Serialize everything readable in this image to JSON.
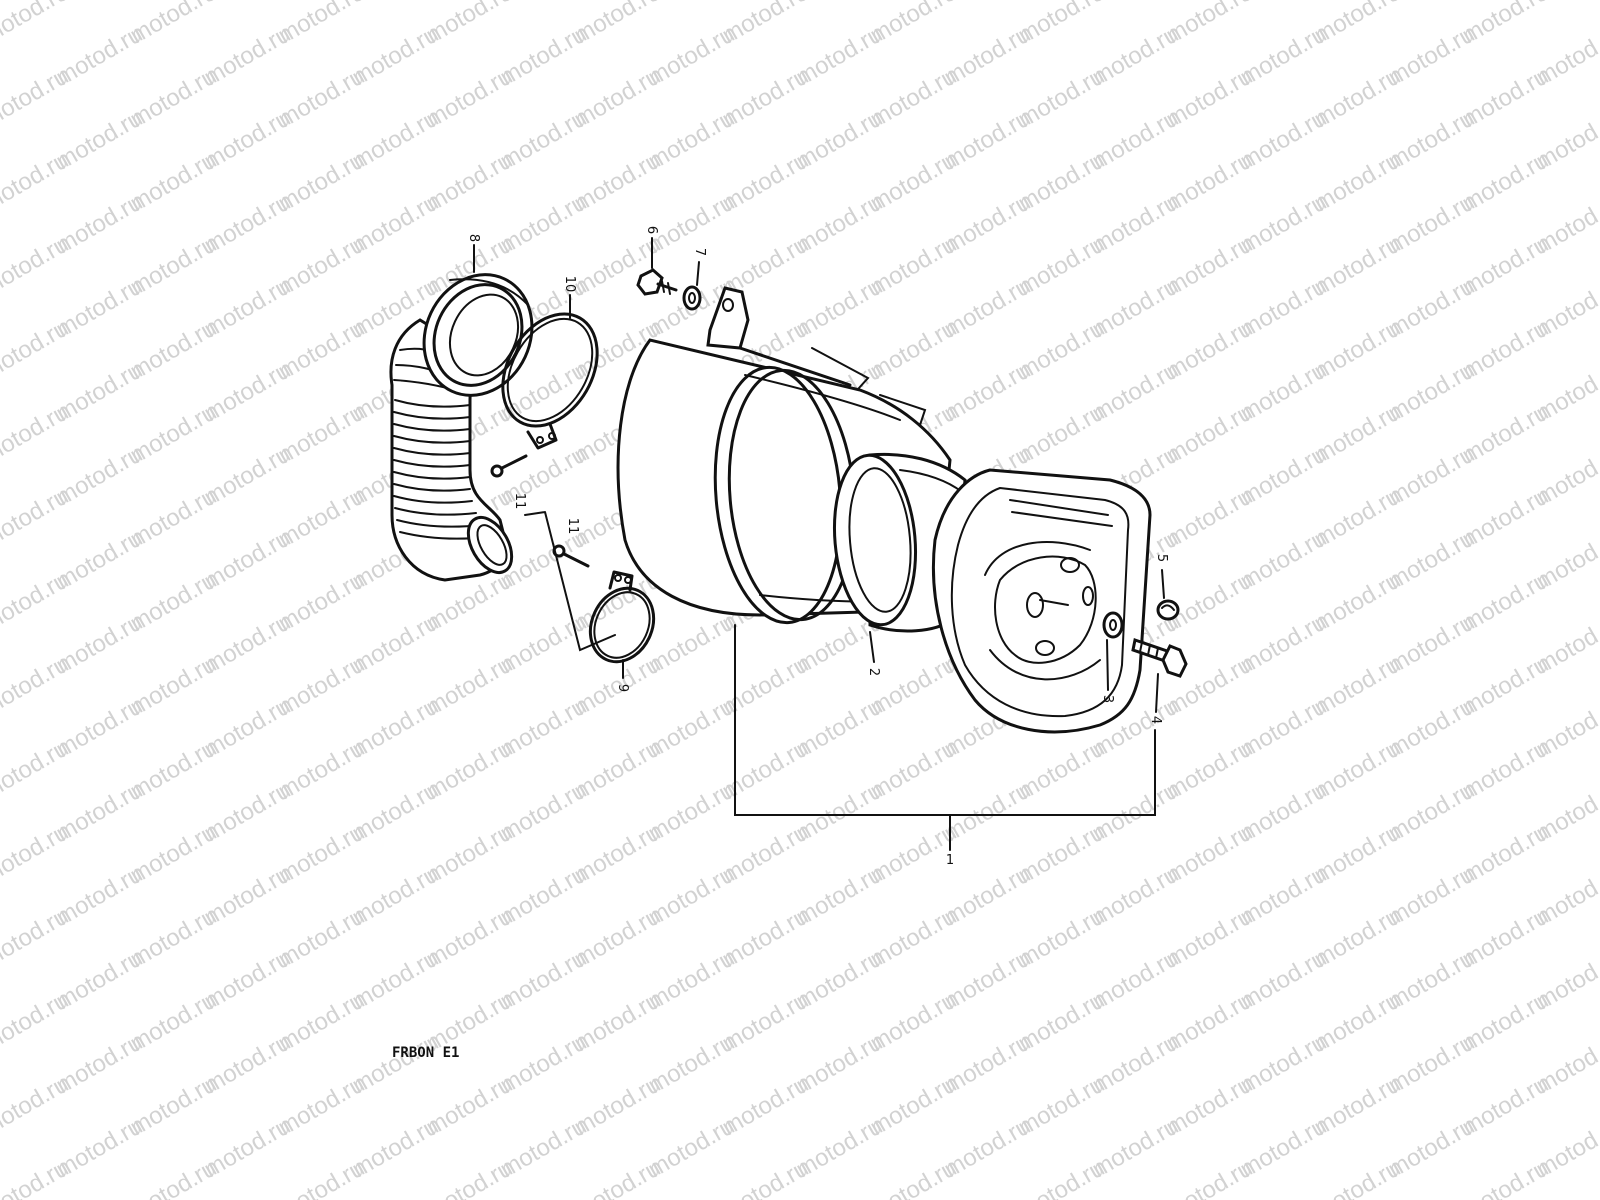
{
  "watermark": "motod.ru",
  "diagram_code": "FRBON E1",
  "parts": [
    {
      "id": "part-1",
      "label": "1"
    },
    {
      "id": "part-2",
      "label": "2"
    },
    {
      "id": "part-3",
      "label": "3"
    },
    {
      "id": "part-4",
      "label": "4"
    },
    {
      "id": "part-5",
      "label": "5"
    },
    {
      "id": "part-6",
      "label": "6"
    },
    {
      "id": "part-7",
      "label": "7"
    },
    {
      "id": "part-8",
      "label": "8"
    },
    {
      "id": "part-9",
      "label": "9"
    },
    {
      "id": "part-10",
      "label": "10"
    },
    {
      "id": "part-11a",
      "label": "11"
    },
    {
      "id": "part-11b",
      "label": "11"
    }
  ]
}
